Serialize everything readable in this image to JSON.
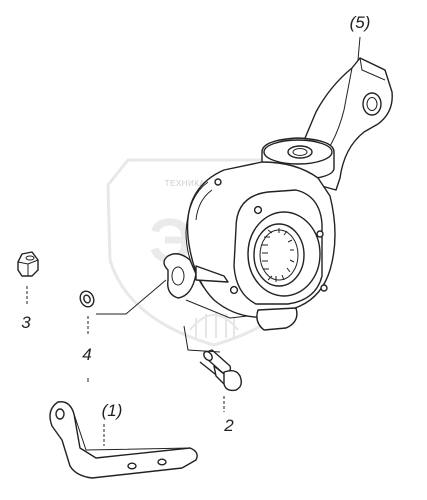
{
  "watermark": {
    "logo_text": "ЭЛС",
    "slogan": "ТЕХНИКА И ЗАПЧАСТИ"
  },
  "callouts": {
    "bracket": "(1)",
    "bolt": "2",
    "nut": "3",
    "washer": "4",
    "adjuster": "(5)"
  }
}
